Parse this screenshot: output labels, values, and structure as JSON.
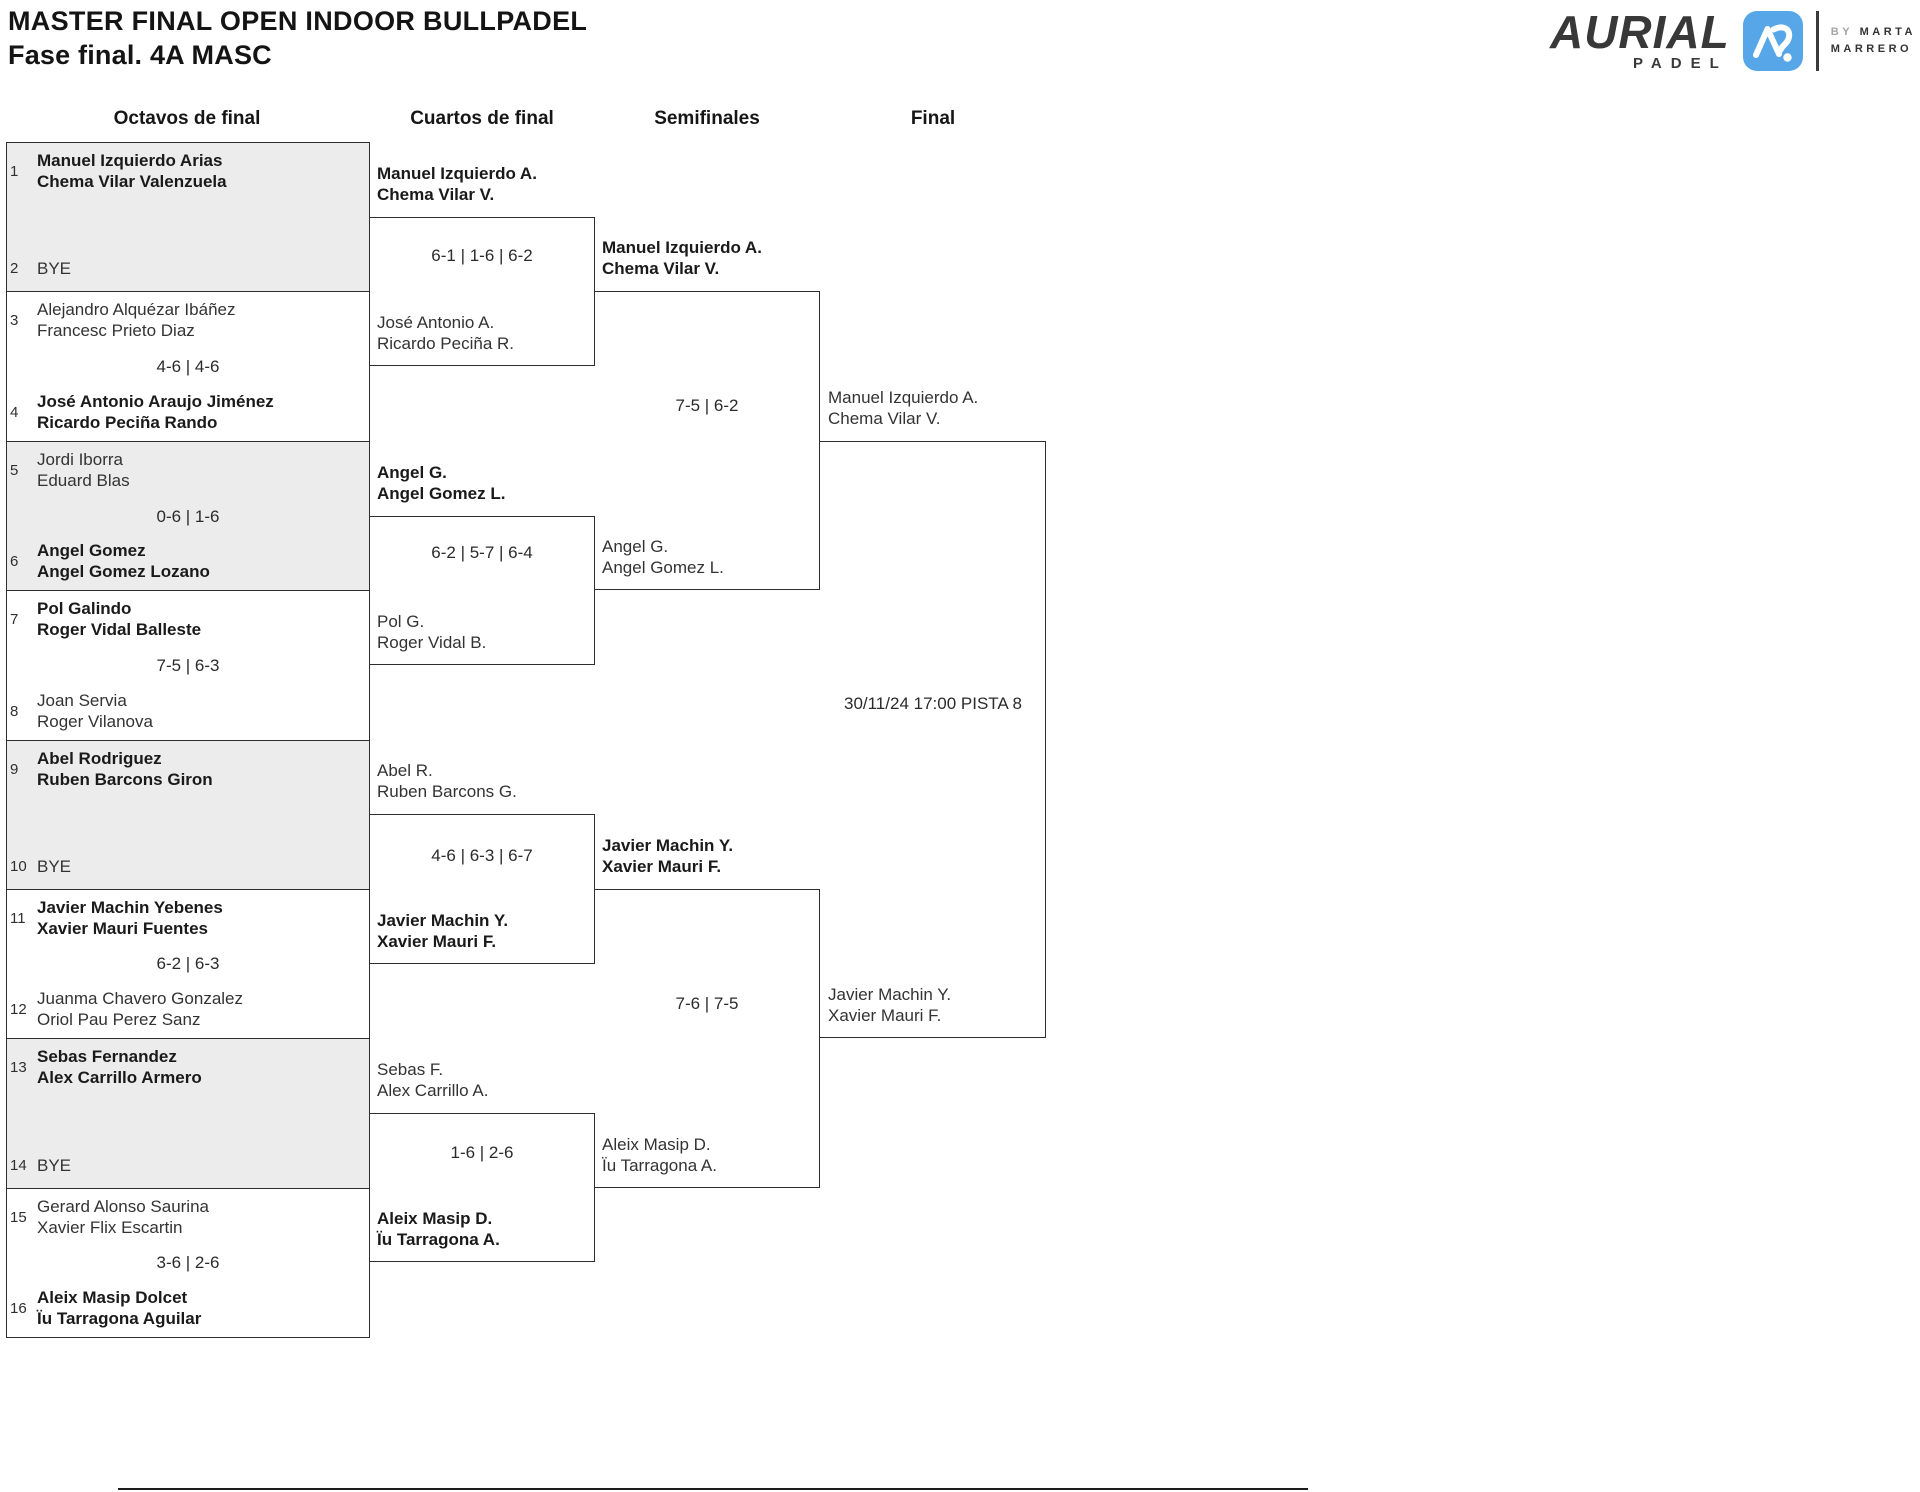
{
  "header": {
    "title": "MASTER FINAL OPEN INDOOR BULLPADEL",
    "subtitle": "Fase final. 4A MASC"
  },
  "logo": {
    "brand": "AURIAL",
    "word": "PADEL",
    "by": "BY",
    "by_name_line1": "MARTA",
    "by_name_line2": "MARRERO",
    "icon": "aurial-app-icon",
    "icon_color": "#57A7E8"
  },
  "colors": {
    "shaded_box": "#ECECEC",
    "border": "#2D2D2D",
    "icon_blue": "#57A7E8"
  },
  "rounds": [
    {
      "label": "Octavos de final"
    },
    {
      "label": "Cuartos de final"
    },
    {
      "label": "Semifinales"
    },
    {
      "label": "Final"
    }
  ],
  "r16": [
    {
      "top": {
        "seed": "1",
        "line1": "Manuel Izquierdo Arias",
        "line2": "Chema Vilar Valenzuela",
        "winner": true
      },
      "bottom": {
        "seed": "2",
        "line1": "BYE",
        "winner": false
      },
      "score": ""
    },
    {
      "top": {
        "seed": "3",
        "line1": "Alejandro Alquézar Ibáñez",
        "line2": "Francesc Prieto Diaz",
        "winner": false
      },
      "bottom": {
        "seed": "4",
        "line1": "José Antonio Araujo Jiménez",
        "line2": "Ricardo Peciña Rando",
        "winner": true
      },
      "score": "4-6 | 4-6"
    },
    {
      "top": {
        "seed": "5",
        "line1": "Jordi Iborra",
        "line2": "Eduard Blas",
        "winner": false
      },
      "bottom": {
        "seed": "6",
        "line1": "Angel Gomez",
        "line2": "Angel Gomez Lozano",
        "winner": true
      },
      "score": "0-6 | 1-6"
    },
    {
      "top": {
        "seed": "7",
        "line1": "Pol Galindo",
        "line2": "Roger Vidal Balleste",
        "winner": true
      },
      "bottom": {
        "seed": "8",
        "line1": "Joan Servia",
        "line2": "Roger Vilanova",
        "winner": false
      },
      "score": "7-5 | 6-3"
    },
    {
      "top": {
        "seed": "9",
        "line1": "Abel Rodriguez",
        "line2": "Ruben Barcons Giron",
        "winner": true
      },
      "bottom": {
        "seed": "10",
        "line1": "BYE",
        "winner": false
      },
      "score": ""
    },
    {
      "top": {
        "seed": "11",
        "line1": "Javier Machin Yebenes",
        "line2": "Xavier Mauri Fuentes",
        "winner": true
      },
      "bottom": {
        "seed": "12",
        "line1": "Juanma Chavero Gonzalez",
        "line2": "Oriol Pau Perez Sanz",
        "winner": false
      },
      "score": "6-2 | 6-3"
    },
    {
      "top": {
        "seed": "13",
        "line1": "Sebas Fernandez",
        "line2": "Alex Carrillo Armero",
        "winner": true
      },
      "bottom": {
        "seed": "14",
        "line1": "BYE",
        "winner": false
      },
      "score": ""
    },
    {
      "top": {
        "seed": "15",
        "line1": "Gerard Alonso Saurina",
        "line2": "Xavier Flix Escartin",
        "winner": false
      },
      "bottom": {
        "seed": "16",
        "line1": "Aleix Masip Dolcet",
        "line2": "Ïu Tarragona Aguilar",
        "winner": true
      },
      "score": "3-6 | 2-6"
    }
  ],
  "qf": [
    {
      "top": {
        "line1": "Manuel Izquierdo A.",
        "line2": "Chema Vilar V.",
        "winner": true
      },
      "bottom": {
        "line1": "José Antonio A.",
        "line2": "Ricardo Peciña R.",
        "winner": false
      },
      "score": "6-1 | 1-6 | 6-2"
    },
    {
      "top": {
        "line1": "Angel G.",
        "line2": "Angel Gomez L.",
        "winner": true
      },
      "bottom": {
        "line1": "Pol G.",
        "line2": "Roger Vidal B.",
        "winner": false
      },
      "score": "6-2 | 5-7 | 6-4"
    },
    {
      "top": {
        "line1": "Abel R.",
        "line2": "Ruben Barcons G.",
        "winner": false
      },
      "bottom": {
        "line1": "Javier Machin Y.",
        "line2": "Xavier Mauri F.",
        "winner": true
      },
      "score": "4-6 | 6-3 | 6-7"
    },
    {
      "top": {
        "line1": "Sebas F.",
        "line2": "Alex Carrillo A.",
        "winner": false
      },
      "bottom": {
        "line1": "Aleix Masip D.",
        "line2": "Ïu Tarragona A.",
        "winner": true
      },
      "score": "1-6 | 2-6"
    }
  ],
  "sf": [
    {
      "top": {
        "line1": "Manuel Izquierdo A.",
        "line2": "Chema Vilar V.",
        "winner": true
      },
      "bottom": {
        "line1": "Angel G.",
        "line2": "Angel Gomez L.",
        "winner": false
      },
      "score": "7-5 | 6-2"
    },
    {
      "top": {
        "line1": "Javier Machin Y.",
        "line2": "Xavier Mauri F.",
        "winner": true
      },
      "bottom": {
        "line1": "Aleix Masip D.",
        "line2": "Ïu Tarragona A.",
        "winner": false
      },
      "score": "7-6 | 7-5"
    }
  ],
  "final": {
    "top": {
      "line1": "Manuel Izquierdo A.",
      "line2": "Chema Vilar V."
    },
    "bottom": {
      "line1": "Javier Machin Y.",
      "line2": "Xavier Mauri F."
    },
    "schedule": "30/11/24 17:00 PISTA 8"
  }
}
